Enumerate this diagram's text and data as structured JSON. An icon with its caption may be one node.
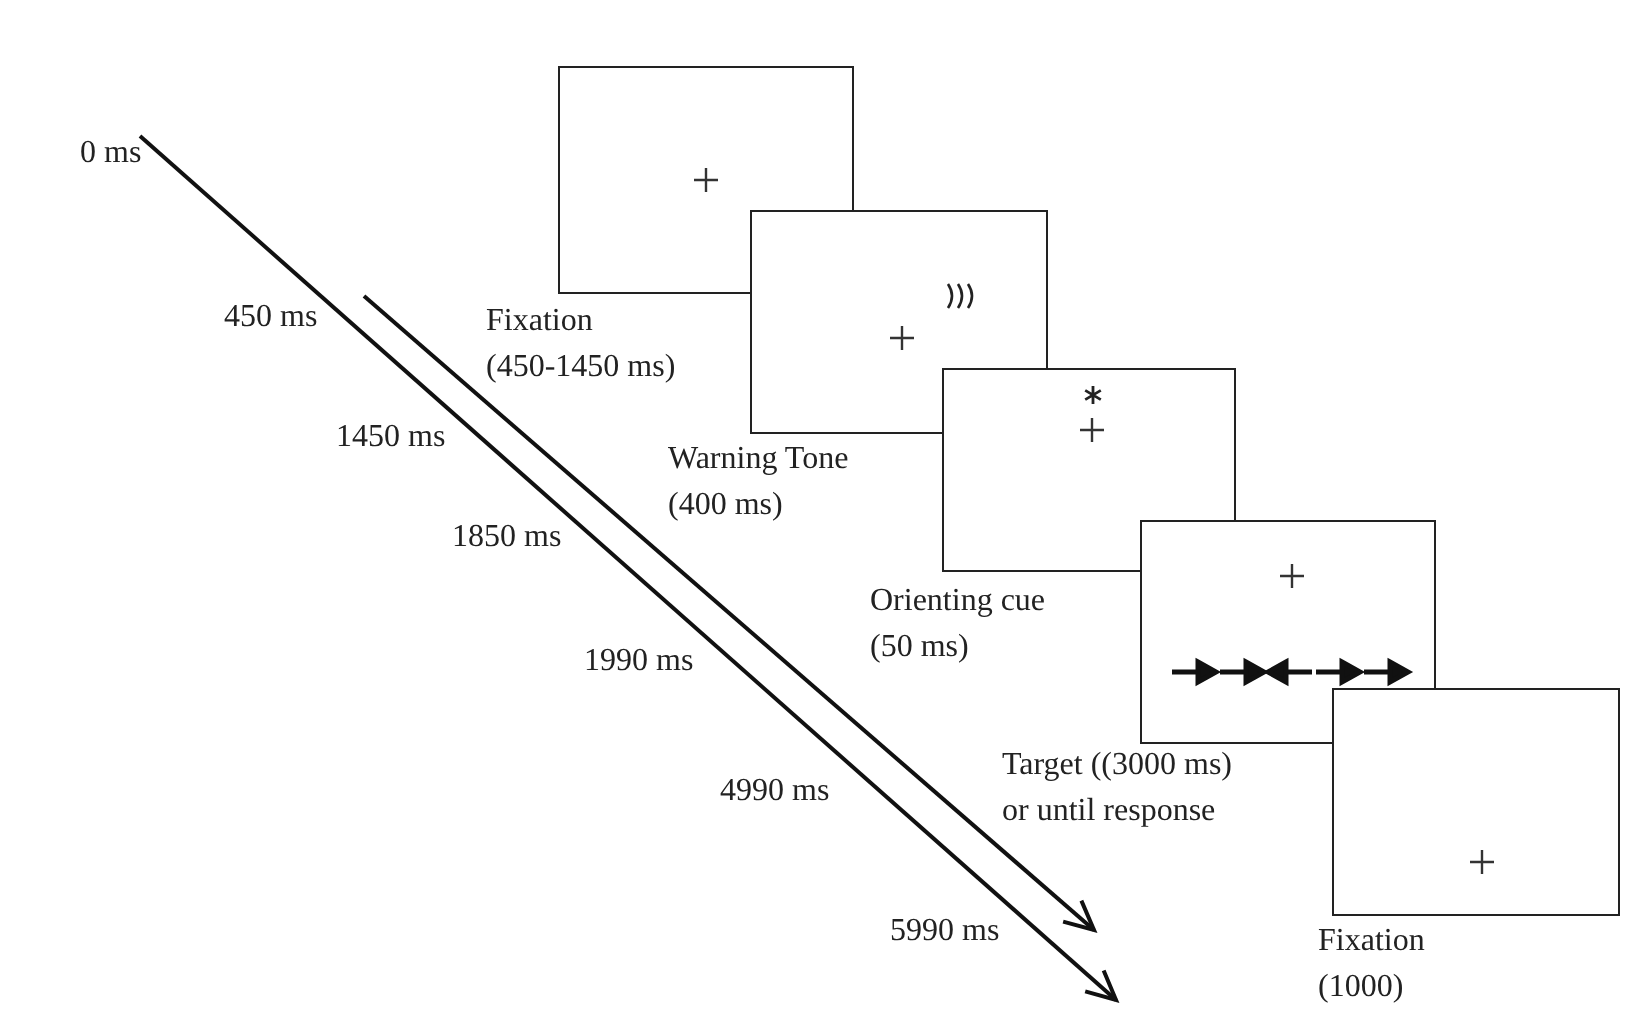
{
  "diagram": {
    "nodes": [
      {
        "text": [
          "Fixation (450-1450 ms)"
        ]
      },
      {
        "text": [
          "Warning Tone (400 ms)"
        ]
      },
      {
        "text": [
          "Orienting cue (50 ms)"
        ]
      },
      {
        "text": [
          "Target ((3000 ms) or until response"
        ]
      },
      {
        "text": [
          "Fixation (1000)"
        ]
      }
    ],
    "labels": [
      "0 ms",
      "450 ms",
      "1450 ms",
      "1850 ms",
      "1990 ms",
      "4990 ms",
      "5990 ms"
    ]
  }
}
